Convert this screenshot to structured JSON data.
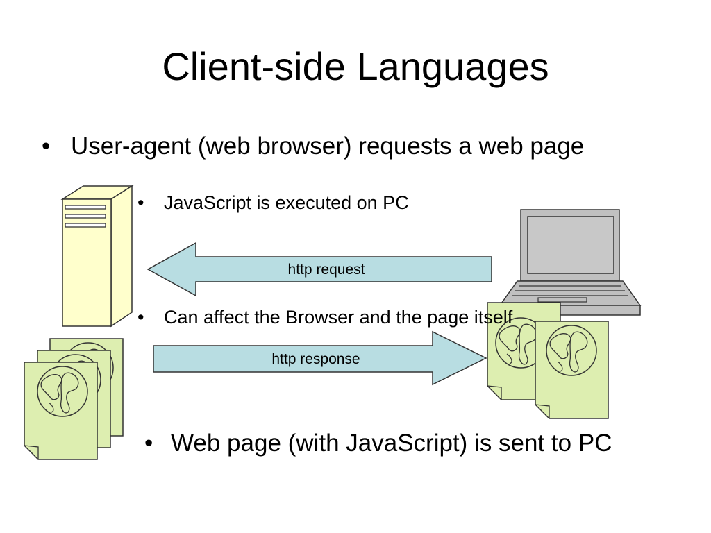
{
  "slide": {
    "title": "Client-side Languages",
    "bullets": {
      "request": "User-agent (web browser) requests a web page",
      "executed": "JavaScript is executed on PC",
      "affect": "Can affect the Browser and the page itself",
      "sent": "Web page (with JavaScript) is sent to PC"
    },
    "bullet_glyph": "•"
  },
  "arrows": {
    "request_label": "http request",
    "response_label": "http response"
  },
  "icons": {
    "server": "server-tower-icon",
    "laptop": "laptop-icon",
    "pages_left": "web-page-stack-icon",
    "pages_right": "web-page-pair-icon"
  },
  "colors": {
    "server_fill": "#ffffcc",
    "page_fill": "#ddeeb0",
    "arrow_fill": "#b8dde2",
    "laptop_fill": "#c0c0c0",
    "screen_fill": "#c8c8c8"
  }
}
